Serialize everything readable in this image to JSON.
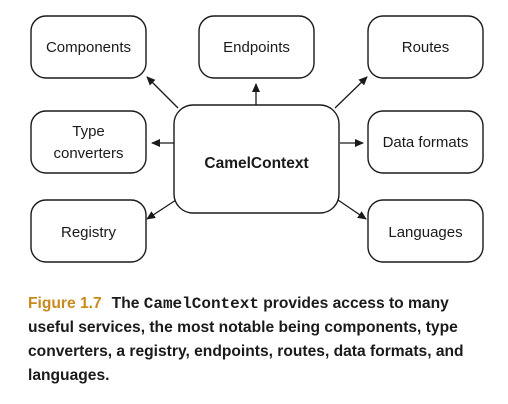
{
  "diagram": {
    "center": {
      "id": "camel-context",
      "label": "CamelContext"
    },
    "nodes": [
      {
        "id": "components",
        "lines": [
          "Components"
        ]
      },
      {
        "id": "endpoints",
        "lines": [
          "Endpoints"
        ]
      },
      {
        "id": "routes",
        "lines": [
          "Routes"
        ]
      },
      {
        "id": "type-converters",
        "lines": [
          "Type",
          "converters"
        ]
      },
      {
        "id": "data-formats",
        "lines": [
          "Data formats"
        ]
      },
      {
        "id": "registry",
        "lines": [
          "Registry"
        ]
      },
      {
        "id": "languages",
        "lines": [
          "Languages"
        ]
      }
    ],
    "edges": [
      {
        "from": "camel-context",
        "to": "components"
      },
      {
        "from": "camel-context",
        "to": "endpoints"
      },
      {
        "from": "camel-context",
        "to": "routes"
      },
      {
        "from": "camel-context",
        "to": "type-converters"
      },
      {
        "from": "camel-context",
        "to": "data-formats"
      },
      {
        "from": "camel-context",
        "to": "registry"
      },
      {
        "from": "camel-context",
        "to": "languages"
      }
    ]
  },
  "caption": {
    "figure_label": "Figure 1.7",
    "text_before": "The ",
    "code": "CamelContext",
    "text_after": " provides access to many useful services, the most notable being components, type converters, a registry, endpoints, routes, data formats, and languages."
  }
}
